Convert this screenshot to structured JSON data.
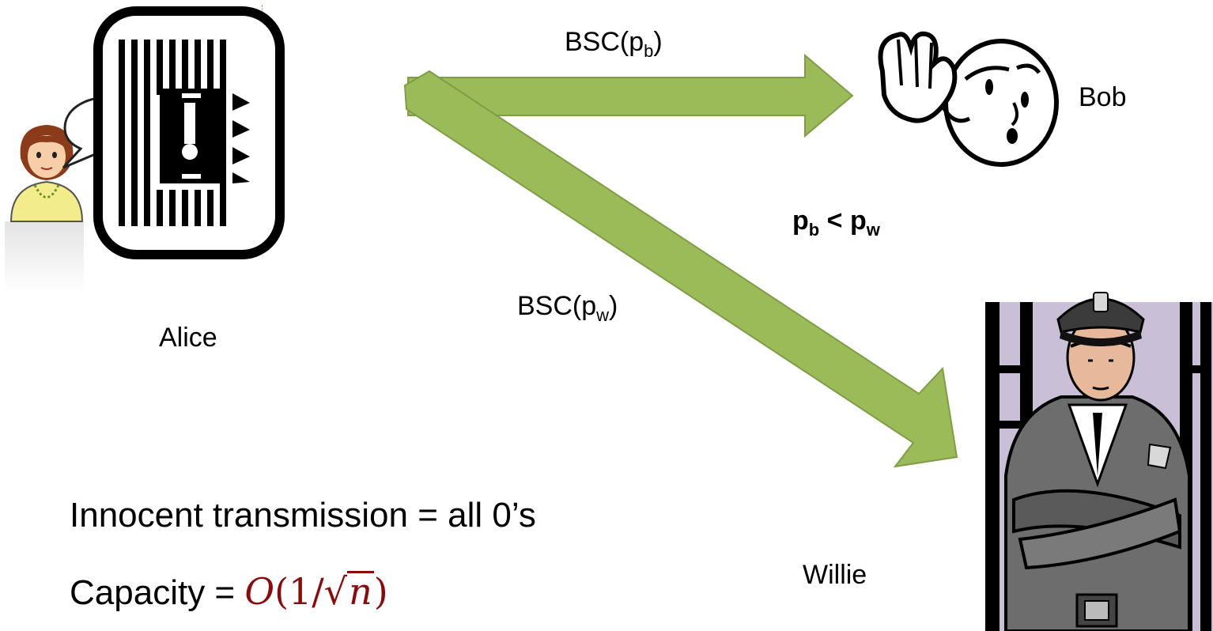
{
  "nodes": {
    "alice": "Alice",
    "bob": "Bob",
    "willie": "Willie"
  },
  "channels": {
    "bob_label_prefix": "BSC(p",
    "bob_label_sub": "b",
    "bob_label_suffix": ")",
    "willie_label_prefix": "BSC(p",
    "willie_label_sub": "w",
    "willie_label_suffix": ")"
  },
  "condition": {
    "p1": "p",
    "p1_sub": "b",
    "op": " < ",
    "p2": "p",
    "p2_sub": "w"
  },
  "notes": {
    "innocent": "Innocent transmission = all 0’s",
    "capacity_prefix": "Capacity = ",
    "capacity_formula_O": "O",
    "capacity_formula_open": "(1/",
    "capacity_formula_n": "n",
    "capacity_formula_close": ")"
  },
  "colors": {
    "arrow_fill": "#9bbb59",
    "arrow_stroke": "#7f9d44",
    "formula": "#8b0a0a",
    "alice_shirt": "#f3ec8a",
    "alice_hair": "#8b3a1a",
    "willie_backdrop": "#c9c0d8"
  },
  "icons": {
    "alice": "woman-speaking-icon",
    "speech": "speech-bubble-icon",
    "radio": "radio-device-icon",
    "bob": "man-listening-icon",
    "willie": "police-officer-icon"
  }
}
